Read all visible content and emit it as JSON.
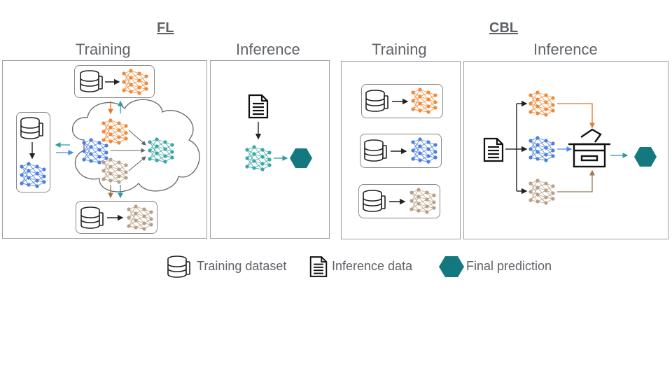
{
  "headers": {
    "fl_title": "FL",
    "cbl_title": "CBL",
    "fl_training": "Training",
    "fl_inference": "Inference",
    "cbl_training": "Training",
    "cbl_inference": "Inference"
  },
  "legend": {
    "training_dataset": "Training dataset",
    "inference_data": "Inference data",
    "final_prediction": "Final prediction"
  },
  "colors": {
    "orange": "#f08a3a",
    "blue": "#4a7fe0",
    "brown": "#b8a088",
    "teal": "#3aa6a6",
    "hex": "#14787f",
    "panel_border": "#9aa0a6",
    "arrow_teal": "#2a9aa6",
    "arrow_blue": "#4a8ae0",
    "arrow_orange": "#e07a30",
    "arrow_brown": "#9a7a50"
  },
  "icons": [
    "database-icon",
    "neural-net-icon",
    "document-icon",
    "hexagon-icon",
    "ballot-box-icon",
    "cloud-icon"
  ]
}
